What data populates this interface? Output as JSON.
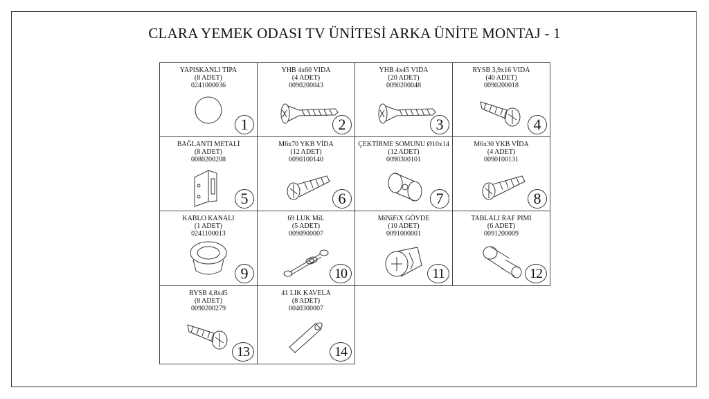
{
  "title": "CLARA YEMEK ODASI TV ÜNİTESİ ARKA ÜNİTE MONTAJ - 1",
  "parts": [
    {
      "name": "YAPISKANLI TIPA",
      "qty": "(8 ADET)",
      "code": "0241000036",
      "num": "1",
      "icon": "adhesive-cap"
    },
    {
      "name": "YHB 4x60 VIDA",
      "qty": "(4 ADET)",
      "code": "0090200043",
      "num": "2",
      "icon": "flat-screw"
    },
    {
      "name": "YHB 4x45 VIDA",
      "qty": "(20 ADET)",
      "code": "0090200048",
      "num": "3",
      "icon": "flat-screw"
    },
    {
      "name": "RYSB 3,9x16 VIDA",
      "qty": "(40 ADET)",
      "code": "0090200018",
      "num": "4",
      "icon": "round-screw"
    },
    {
      "name": "BAĞLANTI METALİ",
      "qty": "(8 ADET)",
      "code": "0080200208",
      "num": "5",
      "icon": "bracket"
    },
    {
      "name": "M6x70 YKB VİDA",
      "qty": "(12 ADET)",
      "code": "0090100140",
      "num": "6",
      "icon": "machine-screw"
    },
    {
      "name": "ÇEKTİRME SOMUNU Ø10x14",
      "qty": "(12 ADET)",
      "code": "0090300101",
      "num": "7",
      "icon": "barrel-nut"
    },
    {
      "name": "M6x30 YKB VİDA",
      "qty": "(4 ADET)",
      "code": "0090100131",
      "num": "8",
      "icon": "machine-screw"
    },
    {
      "name": "KABLO KANALI",
      "qty": "(1 ADET)",
      "code": "0241100013",
      "num": "9",
      "icon": "cable-grommet"
    },
    {
      "name": "69 LUK MiL",
      "qty": "(5 ADET)",
      "code": "0090900007",
      "num": "10",
      "icon": "shaft"
    },
    {
      "name": "MiNiFiX GÖVDE",
      "qty": "(10 ADET)",
      "code": "0091000001",
      "num": "11",
      "icon": "minifix"
    },
    {
      "name": "TABLALI RAF PIMI",
      "qty": "(6 ADET)",
      "code": "0091200009",
      "num": "12",
      "icon": "shelf-pin"
    },
    {
      "name": "RYSB 4,8x45",
      "qty": "(8 ADET)",
      "code": "0090200279",
      "num": "13",
      "icon": "round-screw"
    },
    {
      "name": "41 LIK KAVELA",
      "qty": "(8 ADET)",
      "code": "0040300007",
      "num": "14",
      "icon": "dowel"
    }
  ]
}
